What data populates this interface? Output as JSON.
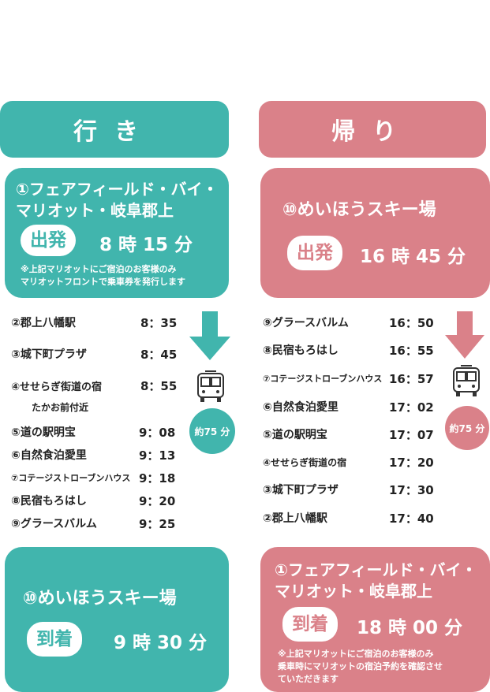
{
  "outbound": {
    "header": "行き",
    "departure": {
      "title": "①フェアフィールド・バイ・\nマリオット・岐阜郡上",
      "badge": "出発",
      "time": "8 時 15 分",
      "note": "※上記マリオットにご宿泊のお客様のみ\nマリオットフロントで乗車券を発行します"
    },
    "stops": [
      {
        "name": "②郡上八幡駅",
        "time": "8：35"
      },
      {
        "name": "③城下町プラザ",
        "time": "8：45"
      },
      {
        "name": "④せせらぎ街道の宿",
        "time": "8：55",
        "sub": "たかお前付近"
      },
      {
        "name": "⑤道の駅明宝",
        "time": "9：08"
      },
      {
        "name": "⑥自然食泊愛里",
        "time": "9：13"
      },
      {
        "name": "⑦コテージストローブンハウス",
        "time": "9：18"
      },
      {
        "name": "⑧民宿もろはし",
        "time": "9：20"
      },
      {
        "name": "⑨グラースバルム",
        "time": "9：25"
      }
    ],
    "duration": "約75 分",
    "arrival": {
      "title": "⑩めいほうスキー場",
      "badge": "到着",
      "time": "9 時 30 分"
    }
  },
  "return": {
    "header": "帰り",
    "departure": {
      "title": "⑩めいほうスキー場",
      "badge": "出発",
      "time": "16 時 45 分"
    },
    "stops": [
      {
        "name": "⑨グラースバルム",
        "time": "16：50"
      },
      {
        "name": "⑧民宿もろはし",
        "time": "16：55"
      },
      {
        "name": "⑦コテージストローブンハウス",
        "time": "16：57"
      },
      {
        "name": "⑥自然食泊愛里",
        "time": "17：02"
      },
      {
        "name": "⑤道の駅明宝",
        "time": "17：07"
      },
      {
        "name": "④せせらぎ街道の宿",
        "time": "17：20"
      },
      {
        "name": "③城下町プラザ",
        "time": "17：30"
      },
      {
        "name": "②郡上八幡駅",
        "time": "17：40"
      }
    ],
    "duration": "約75 分",
    "arrival": {
      "title": "①フェアフィールド・バイ・\nマリオット・岐阜郡上",
      "badge": "到着",
      "time": "18 時 00 分",
      "note": "※上記マリオットにご宿泊のお客様のみ\n乗車時にマリオットの宿泊予約を確認させ\nていただきます"
    }
  },
  "colors": {
    "teal": "#41b5ad",
    "pink": "#da8189"
  },
  "icons": [
    "arrow-down-icon",
    "bus-icon"
  ]
}
